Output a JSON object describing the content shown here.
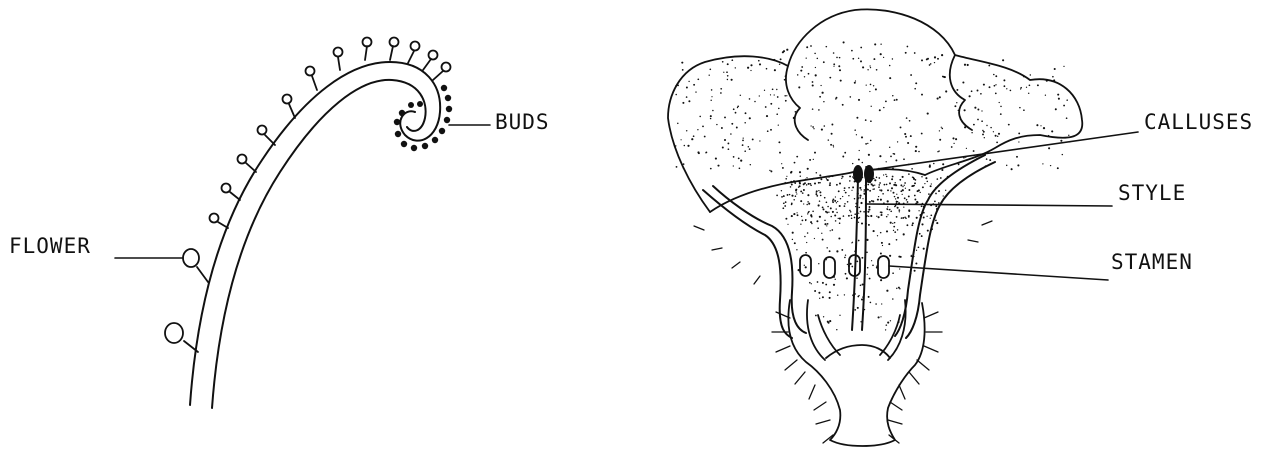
{
  "colors": {
    "ink": "#111111",
    "background": "#ffffff"
  },
  "left_diagram": {
    "labels": {
      "flower": "FLOWER",
      "buds": "BUDS"
    }
  },
  "right_diagram": {
    "labels": {
      "calluses": "CALLUSES",
      "style": "STYLE",
      "stamen": "STAMEN"
    }
  }
}
